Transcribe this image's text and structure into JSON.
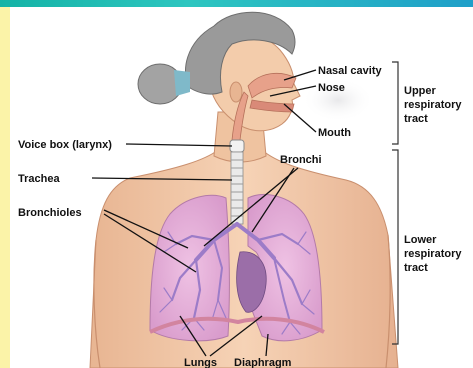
{
  "labels": {
    "nasal_cavity": "Nasal cavity",
    "nose": "Nose",
    "mouth": "Mouth",
    "voice_box": "Voice box (larynx)",
    "trachea": "Trachea",
    "bronchi": "Bronchi",
    "bronchioles": "Bronchioles",
    "lungs": "Lungs",
    "diaphragm": "Diaphragm"
  },
  "groups": {
    "upper_line1": "Upper",
    "upper_line2": "respiratory",
    "upper_line3": "tract",
    "lower_line1": "Lower",
    "lower_line2": "respiratory",
    "lower_line3": "tract"
  },
  "colors": {
    "frame_accent": "#2ec6c0",
    "side_strip": "#fbf3a8",
    "skin": "#f1c8a6",
    "hair": "#9a9a9a",
    "lung": "#e3a6d6",
    "airway": "#b79bd6",
    "diaphragm": "#d98aa6"
  }
}
